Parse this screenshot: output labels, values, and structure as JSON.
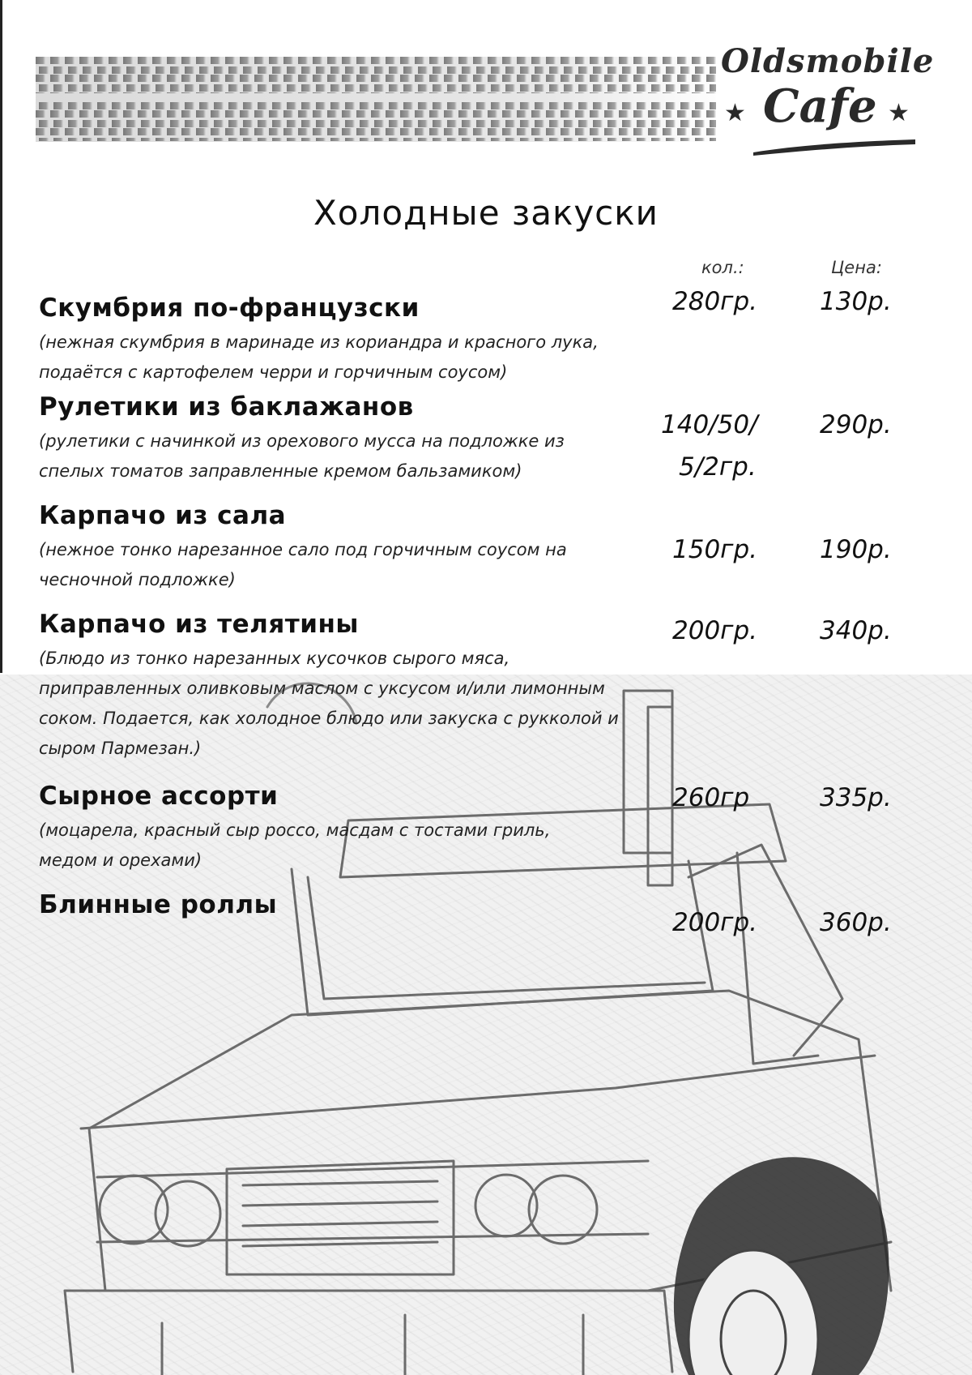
{
  "logo": {
    "line1": "Oldsmobile",
    "line2": "Cafe",
    "star": "★"
  },
  "title": "Холодные закуски",
  "columns": {
    "qty": "кол.:",
    "price": "Цена:"
  },
  "items": [
    {
      "name": "Скумбрия по-французски",
      "desc1": "(нежная скумбрия в маринаде из кориандра и красного лука,",
      "desc2": "подаётся с  картофелем черри и горчичным соусом)",
      "qty": "280гр.",
      "price": "130р."
    },
    {
      "name": "Рулетики из баклажанов",
      "desc1": "(рулетики с начинкой  из  орехового мусса на подложке из",
      "desc2": "спелых томатов заправленные кремом бальзамиком)",
      "qty1": "140/50/",
      "qty2": "5/2гр.",
      "price": "290р."
    },
    {
      "name": "Карпачо из сала",
      "desc1": "(нежное тонко нарезанное сало под горчичным соусом на",
      "desc2": "чесночной подложке)",
      "qty": "150гр.",
      "price": "190р."
    },
    {
      "name": "Карпачо из телятины",
      "desc1": "(Блюдо из тонко нарезанных кусочков сырого мяса,",
      "desc2": "приправленных оливковым маслом с уксусом и/или лимонным",
      "desc3": "соком. Подается, как холодное блюдо или закуска с рукколой  и",
      "desc4": "сыром Пармезан.)",
      "qty": "200гр.",
      "price": "340р."
    },
    {
      "name": "Сырное ассорти",
      "desc1": "(моцарела, красный сыр россо,  масдам  с тостами гриль,",
      "desc2": "медом и орехами)",
      "qty": "260гр",
      "price": "335р."
    },
    {
      "name": "Блинные роллы",
      "qty": "200гр.",
      "price": "360р."
    }
  ]
}
